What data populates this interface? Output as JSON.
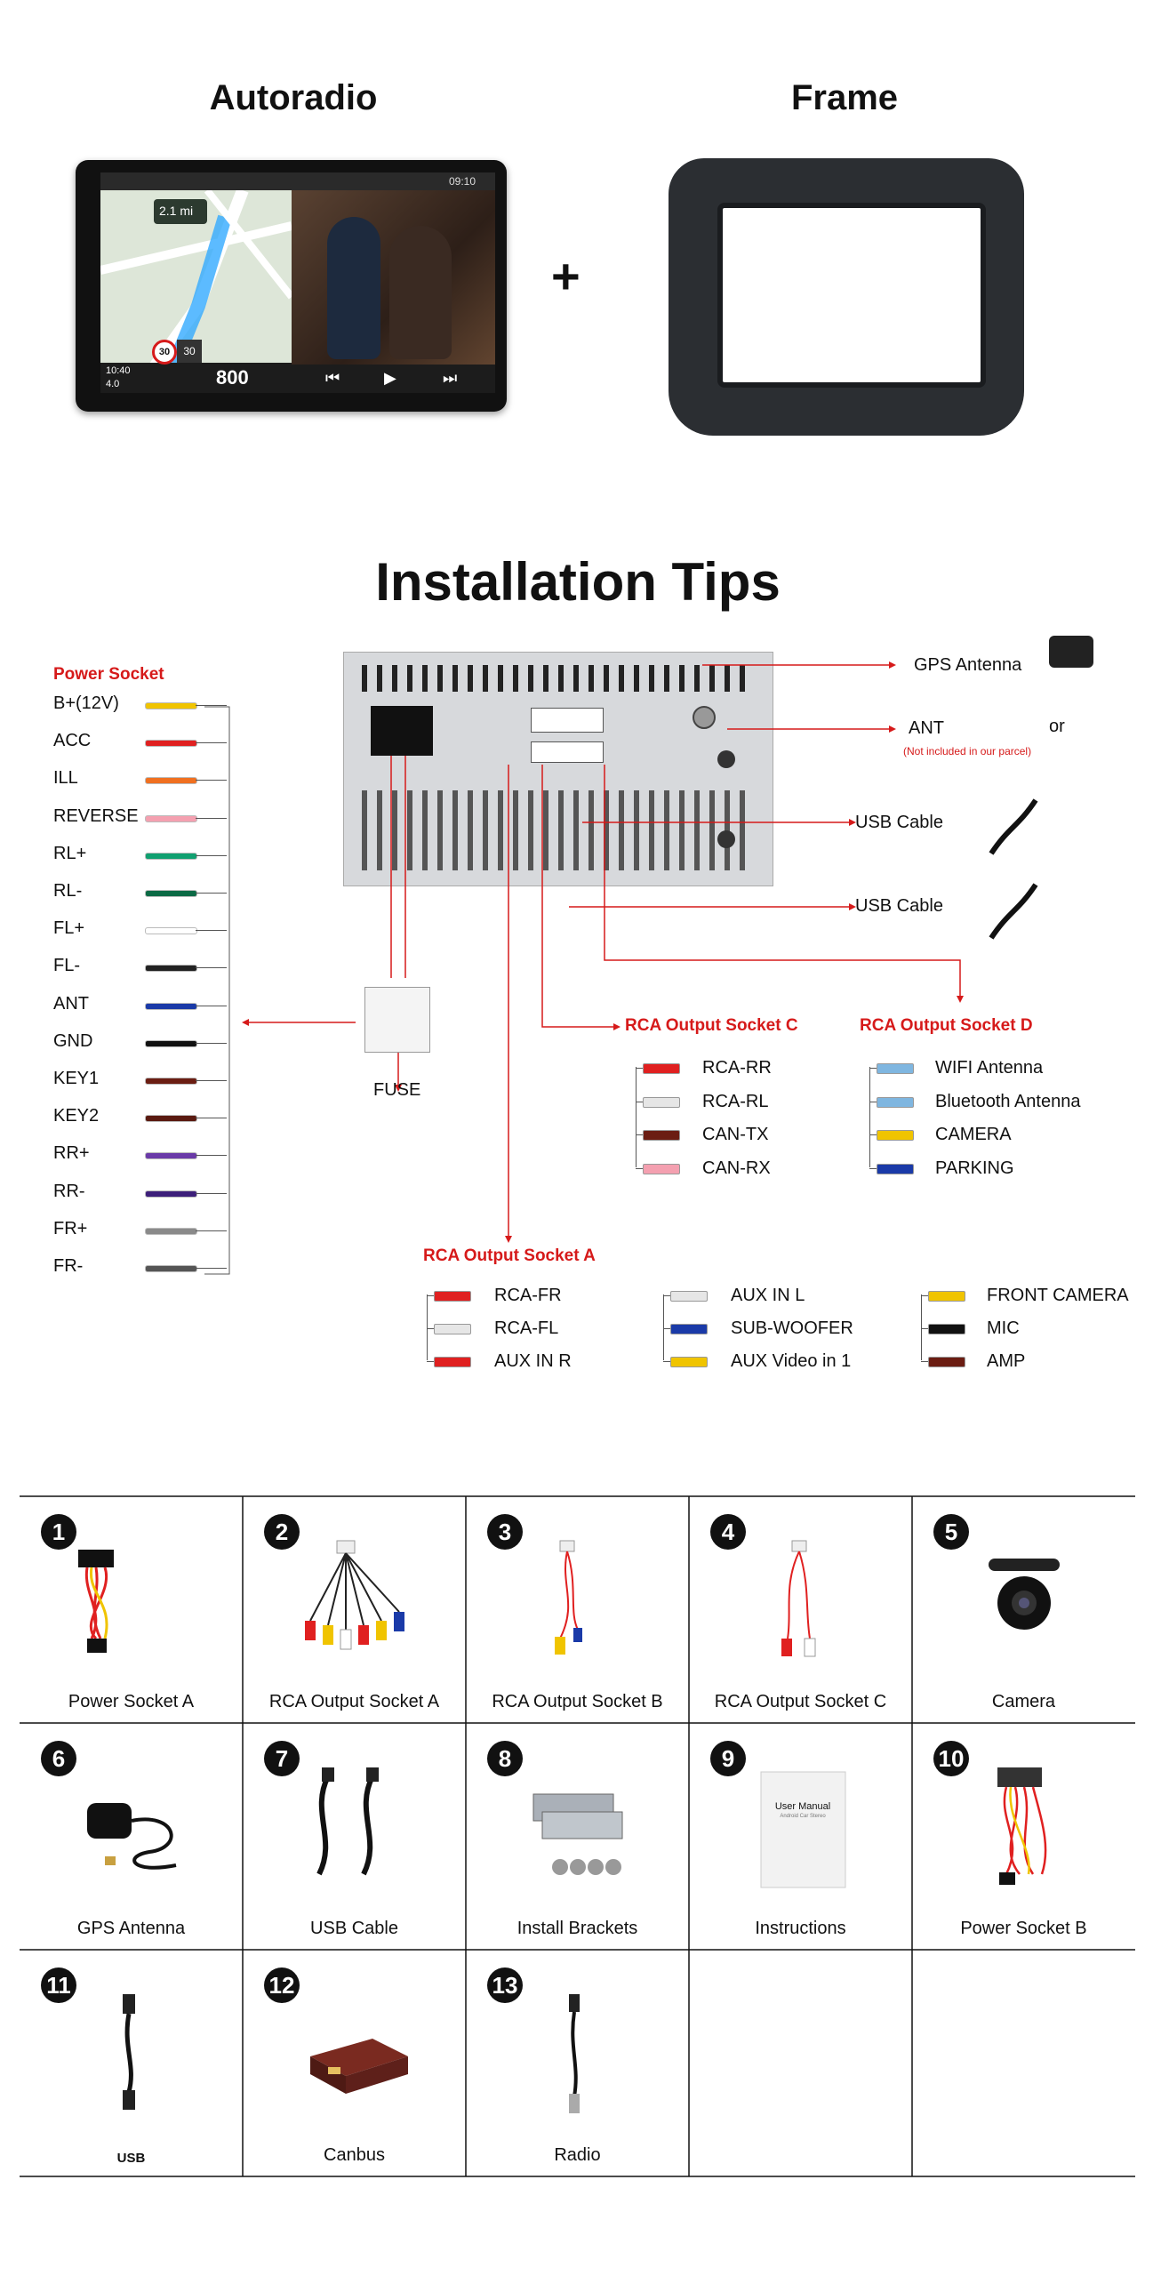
{
  "top": {
    "autoradio_title": "Autoradio",
    "frame_title": "Frame",
    "plus": "+",
    "screen": {
      "status_time": "09:10",
      "nav_distance": "2.1",
      "nav_unit": "mi",
      "speed_limit": "30",
      "speed": "30",
      "clock": "10:40",
      "temp": "4.0",
      "next_dist": "800"
    }
  },
  "install": {
    "title": "Installation Tips",
    "power_socket_title": "Power Socket",
    "power_wires": [
      {
        "label": "B+(12V)",
        "color": "#f0c400"
      },
      {
        "label": "ACC",
        "color": "#e02020"
      },
      {
        "label": "ILL",
        "color": "#f07020"
      },
      {
        "label": "REVERSE",
        "color": "#f4a0b0"
      },
      {
        "label": "RL+",
        "color": "#10a070"
      },
      {
        "label": "RL-",
        "color": "#0b6a45"
      },
      {
        "label": "FL+",
        "color": "#ffffff"
      },
      {
        "label": "FL-",
        "color": "#222222"
      },
      {
        "label": "ANT",
        "color": "#1a3aa8"
      },
      {
        "label": "GND",
        "color": "#111111"
      },
      {
        "label": "KEY1",
        "color": "#6b1d12"
      },
      {
        "label": "KEY2",
        "color": "#5a1a10"
      },
      {
        "label": "RR+",
        "color": "#6a3aa8"
      },
      {
        "label": "RR-",
        "color": "#3d1f7a"
      },
      {
        "label": "FR+",
        "color": "#8a8a8a"
      },
      {
        "label": "FR-",
        "color": "#555555"
      }
    ],
    "fuse_label": "FUSE",
    "gps_antenna": "GPS Antenna",
    "ant": "ANT",
    "ant_note": "(Not included in our parcel)",
    "or": "or",
    "usb_cable_1": "USB  Cable",
    "usb_cable_2": "USB Cable",
    "rca_c_title": "RCA Output Socket C",
    "rca_c_items": [
      {
        "label": "RCA-RR",
        "color": "#e02020"
      },
      {
        "label": "RCA-RL",
        "color": "#e6e6e6"
      },
      {
        "label": "CAN-TX",
        "color": "#6b1d12"
      },
      {
        "label": "CAN-RX",
        "color": "#f4a0b0"
      }
    ],
    "rca_d_title": "RCA Output Socket D",
    "rca_d_items": [
      {
        "label": "WIFI Antenna",
        "color": "#7fb6e0"
      },
      {
        "label": "Bluetooth Antenna",
        "color": "#7fb6e0"
      },
      {
        "label": "CAMERA",
        "color": "#f0c400"
      },
      {
        "label": "PARKING",
        "color": "#1a3aa8"
      }
    ],
    "rca_a_title": "RCA Output Socket A",
    "rca_a_col1": [
      {
        "label": "RCA-FR",
        "color": "#e02020"
      },
      {
        "label": "RCA-FL",
        "color": "#e6e6e6"
      },
      {
        "label": "AUX IN R",
        "color": "#e02020"
      }
    ],
    "rca_a_col2": [
      {
        "label": "AUX IN L",
        "color": "#e6e6e6"
      },
      {
        "label": "SUB-WOOFER",
        "color": "#1a3aa8"
      },
      {
        "label": "AUX Video in 1",
        "color": "#f0c400"
      }
    ],
    "rca_a_col3": [
      {
        "label": "FRONT CAMERA",
        "color": "#f0c400"
      },
      {
        "label": "MIC",
        "color": "#111111"
      },
      {
        "label": "AMP",
        "color": "#6b1d12"
      }
    ]
  },
  "accessories": [
    {
      "num": "1",
      "label": "Power Socket A",
      "icon": "harness-icon"
    },
    {
      "num": "2",
      "label": "RCA Output Socket A",
      "icon": "rca-harness-icon"
    },
    {
      "num": "3",
      "label": "RCA Output Socket B",
      "icon": "rca-b-icon"
    },
    {
      "num": "4",
      "label": "RCA Output Socket C",
      "icon": "rca-c-icon"
    },
    {
      "num": "5",
      "label": "Camera",
      "icon": "camera-icon"
    },
    {
      "num": "6",
      "label": "GPS Antenna",
      "icon": "gps-antenna-icon"
    },
    {
      "num": "7",
      "label": "USB Cable",
      "icon": "usb-cable-icon"
    },
    {
      "num": "8",
      "label": "Install Brackets",
      "icon": "bracket-icon"
    },
    {
      "num": "9",
      "label": "Instructions",
      "icon": "manual-icon",
      "manual_title": "User Manual",
      "manual_sub": "Android Car Stereo"
    },
    {
      "num": "10",
      "label": "Power Socket B",
      "icon": "harness-b-icon"
    },
    {
      "num": "11",
      "label": "USB",
      "icon": "usb-adapter-icon"
    },
    {
      "num": "12",
      "label": "Canbus",
      "icon": "canbus-box-icon"
    },
    {
      "num": "13",
      "label": "Radio",
      "icon": "radio-adapter-icon"
    }
  ]
}
